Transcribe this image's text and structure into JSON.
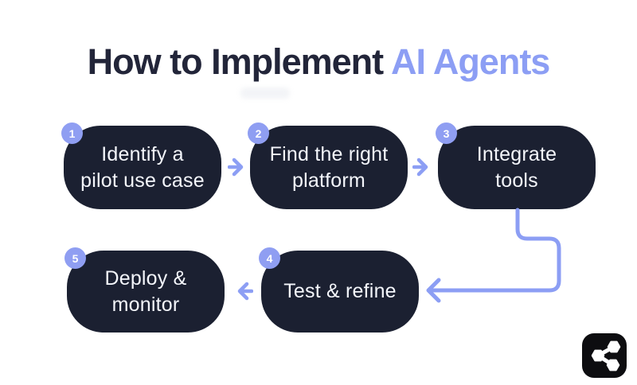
{
  "colors": {
    "page_bg": "#ffffff",
    "title_dark": "#222539",
    "accent": "#8c9ef4",
    "box_bg": "#1b2031",
    "box_text": "#f4f6fb",
    "badge_bg": "#8f9ef2",
    "badge_text": "#ffffff",
    "share_bg": "#0d0d10",
    "share_glyph": "#ffffff"
  },
  "title": {
    "dark": "How to Implement ",
    "accent": "AI Agents"
  },
  "steps": [
    {
      "number": "1",
      "label": "Identify a\npilot use case"
    },
    {
      "number": "2",
      "label": "Find the right\nplatform"
    },
    {
      "number": "3",
      "label": "Integrate\ntools"
    },
    {
      "number": "4",
      "label": "Test & refine"
    },
    {
      "number": "5",
      "label": "Deploy &\nmonitor"
    }
  ],
  "icons": {
    "arrow_right": "arrow-right-icon",
    "arrow_left": "arrow-left-icon",
    "connector": "elbow-connector-arrow",
    "share": "share-network-icon"
  }
}
